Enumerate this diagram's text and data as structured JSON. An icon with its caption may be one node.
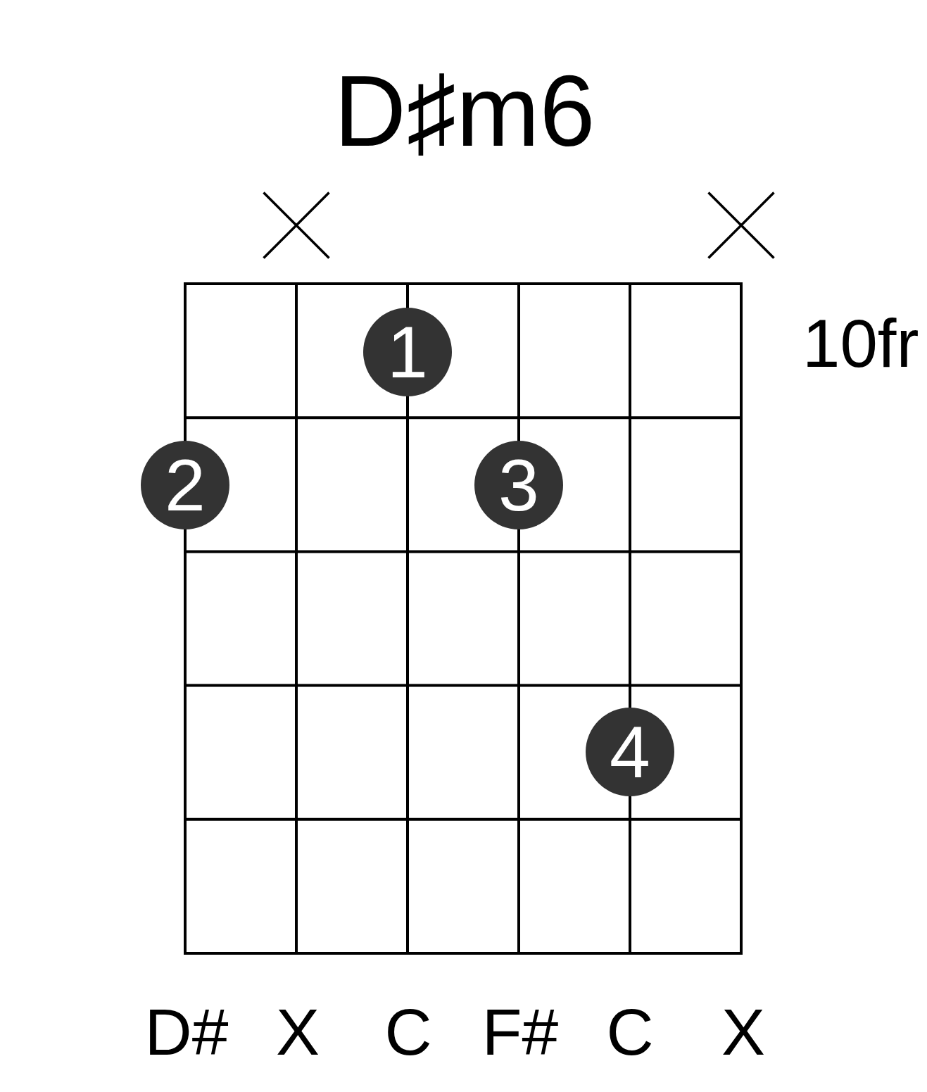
{
  "diagram": {
    "title": "D♯m6",
    "nodes": [
      {
        "text": [
          "1"
        ]
      },
      {
        "text": [
          "2"
        ]
      },
      {
        "text": [
          "3"
        ]
      },
      {
        "text": [
          "4"
        ]
      }
    ],
    "labels": [
      "10fr",
      "D#",
      "X",
      "C",
      "F#",
      "C",
      "X"
    ]
  }
}
